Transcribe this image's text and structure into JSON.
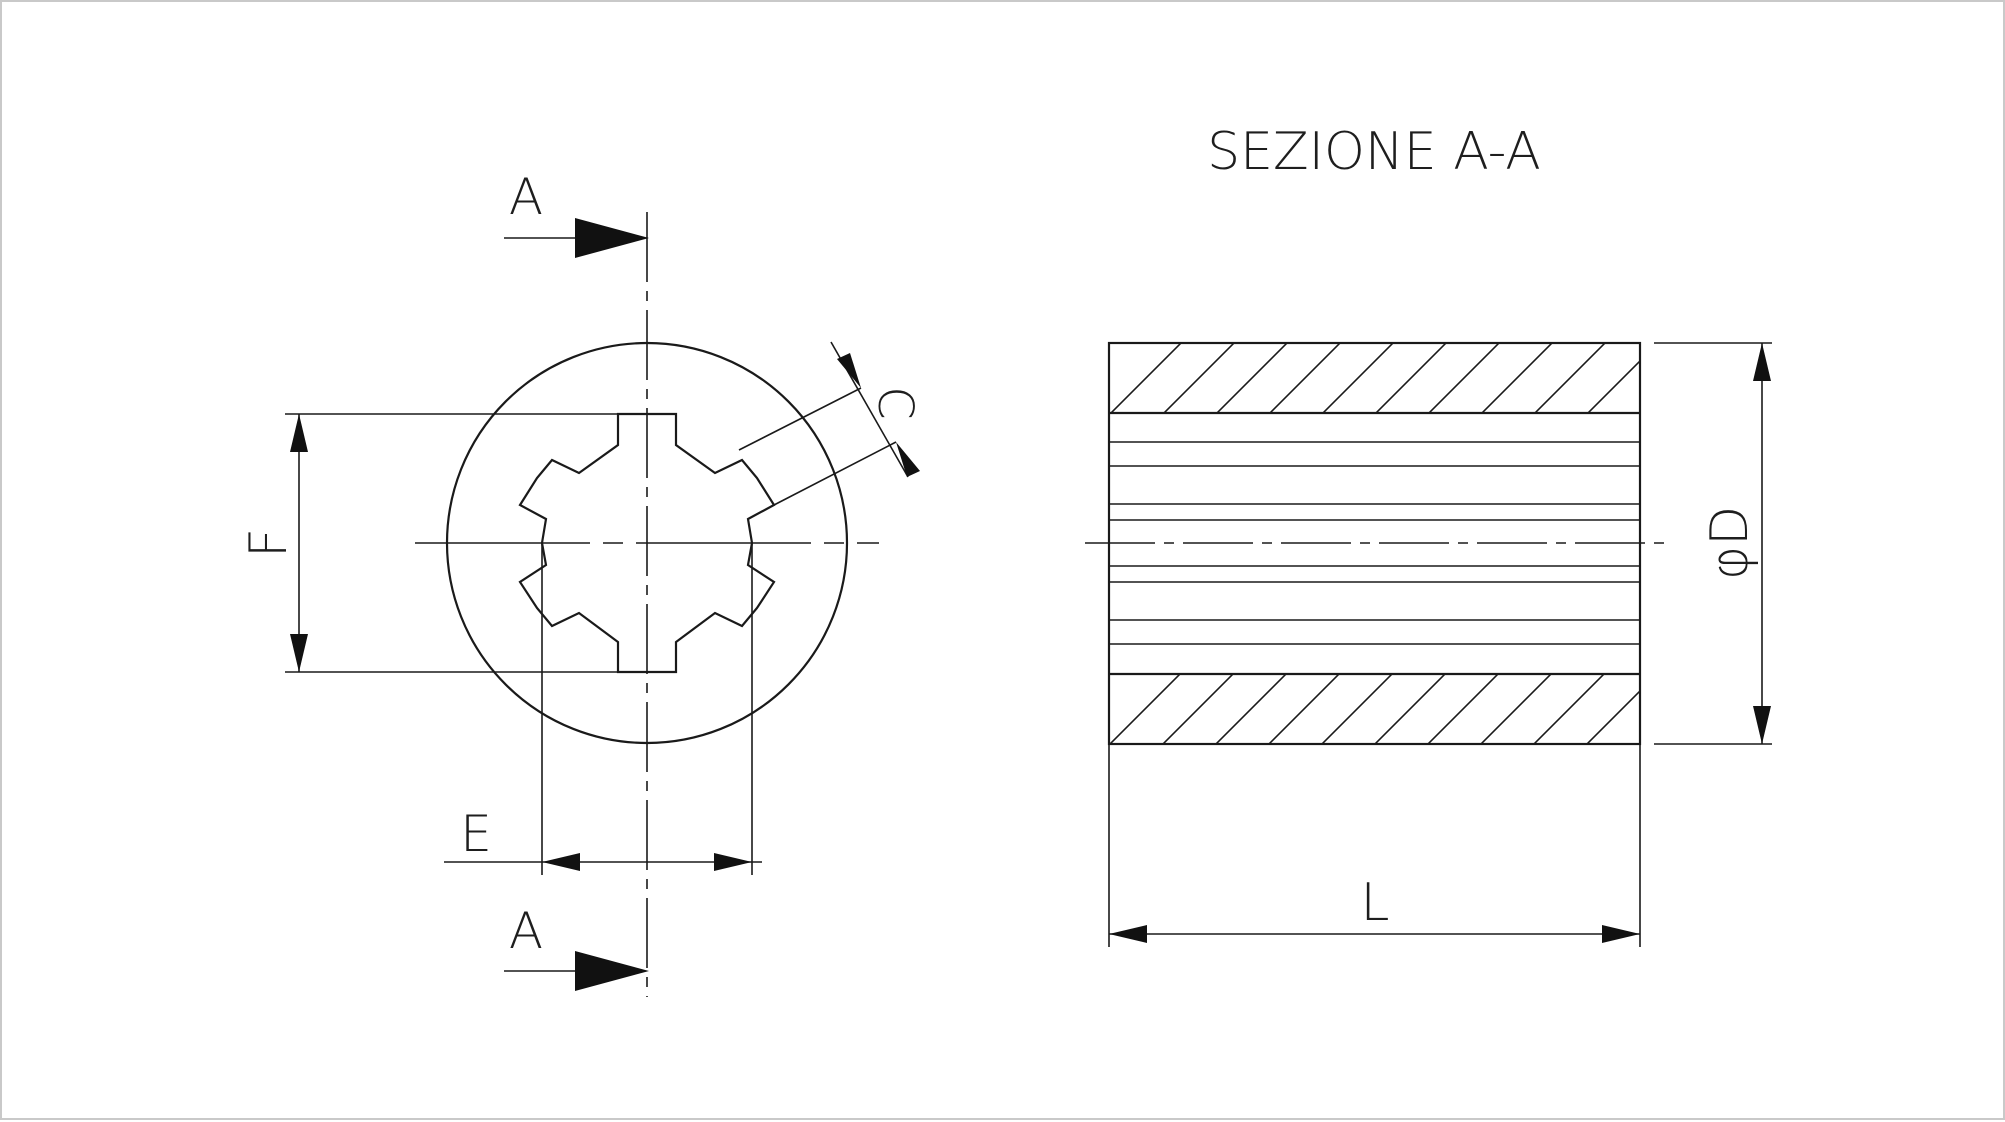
{
  "section_title": "SEZIONE A-A",
  "section_marks": {
    "top": "A",
    "bottom": "A"
  },
  "dimensions": {
    "chamfer": "C",
    "spline_height": "F",
    "spline_width": "E",
    "outer_diameter": "φD",
    "length": "L"
  }
}
